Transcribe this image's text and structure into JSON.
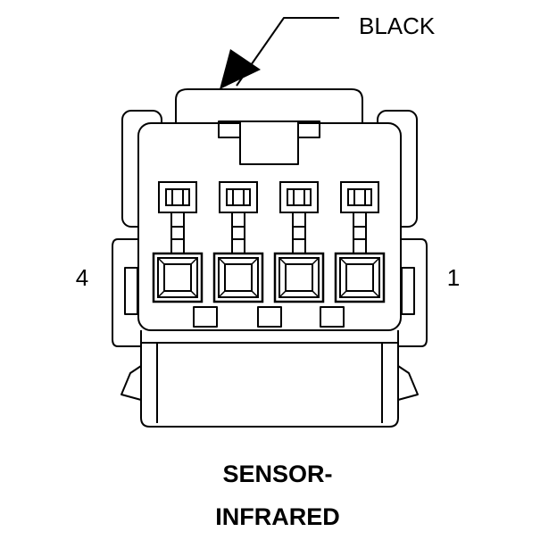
{
  "diagram": {
    "wire_color_label": "BLACK",
    "pin_left_label": "4",
    "pin_right_label": "1",
    "title_line1": "SENSOR-",
    "title_line2": "INFRARED",
    "terminal_count": 4
  }
}
